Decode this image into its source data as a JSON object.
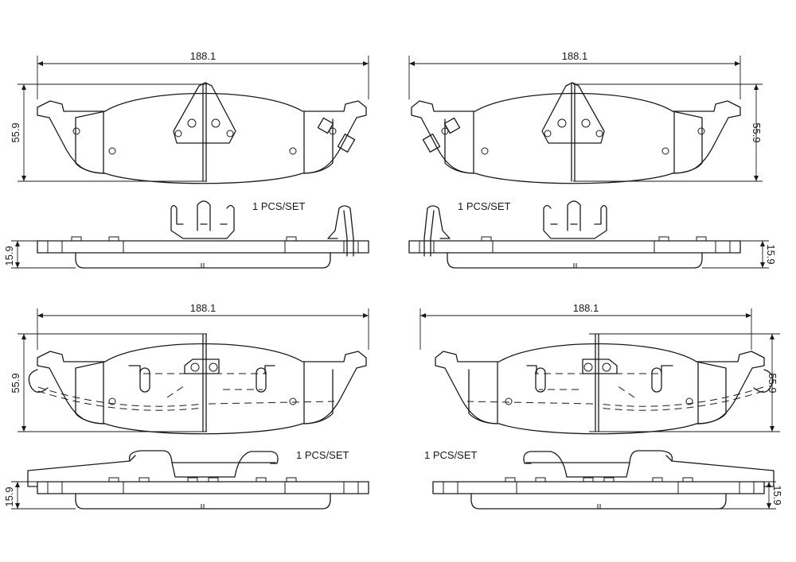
{
  "views": {
    "top_left": {
      "width_dim": "188.1",
      "height_dim": "55.9",
      "thickness_dim": "15.9",
      "qty_label": "1  PCS/SET"
    },
    "top_right": {
      "width_dim": "188.1",
      "height_dim": "55.9",
      "thickness_dim": "15.9",
      "qty_label": "1  PCS/SET"
    },
    "bottom_left": {
      "width_dim": "188.1",
      "height_dim": "55.9",
      "thickness_dim": "15.9",
      "qty_label": "1  PCS/SET"
    },
    "bottom_right": {
      "width_dim": "188.1",
      "height_dim": "55.9",
      "thickness_dim": "15.9",
      "qty_label": "1  PCS/SET"
    }
  }
}
